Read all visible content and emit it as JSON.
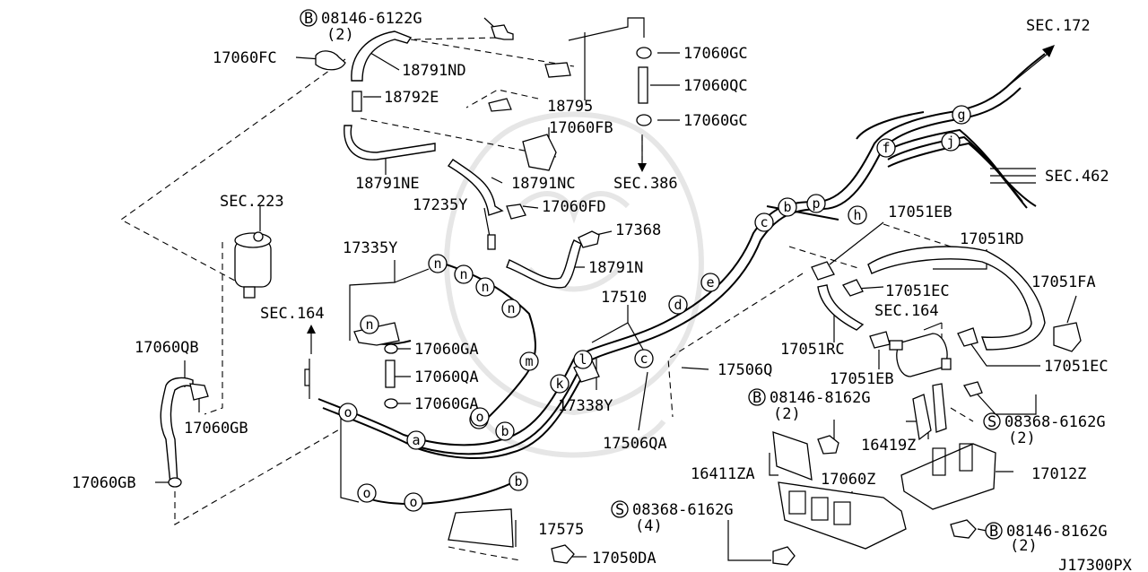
{
  "parts": [
    {
      "id": "p01",
      "text": "08146-6122G",
      "prefix": "B",
      "qty": "(2)"
    },
    {
      "id": "p02",
      "text": "17060FC"
    },
    {
      "id": "p03",
      "text": "18791ND"
    },
    {
      "id": "p04",
      "text": "18792E"
    },
    {
      "id": "p05",
      "text": "17060GC"
    },
    {
      "id": "p06",
      "text": "17060QC"
    },
    {
      "id": "p07",
      "text": "18795"
    },
    {
      "id": "p08",
      "text": "17060GC"
    },
    {
      "id": "p09",
      "text": "17060FB"
    },
    {
      "id": "p10",
      "text": "18791NE"
    },
    {
      "id": "p11",
      "text": "18791NC"
    },
    {
      "id": "p12",
      "text": "SEC.386"
    },
    {
      "id": "p13",
      "text": "17235Y"
    },
    {
      "id": "p14",
      "text": "17060FD"
    },
    {
      "id": "p15",
      "text": "SEC.223"
    },
    {
      "id": "p16",
      "text": "17368"
    },
    {
      "id": "p17",
      "text": "17335Y"
    },
    {
      "id": "p18",
      "text": "18791N"
    },
    {
      "id": "p19",
      "text": "17510"
    },
    {
      "id": "p20",
      "text": "SEC.164"
    },
    {
      "id": "p21",
      "text": "17060QB"
    },
    {
      "id": "p22",
      "text": "17060GA"
    },
    {
      "id": "p23",
      "text": "17060QA"
    },
    {
      "id": "p24",
      "text": "17060GA"
    },
    {
      "id": "p25",
      "text": "17060GB"
    },
    {
      "id": "p26",
      "text": "17060GB"
    },
    {
      "id": "p27",
      "text": "17338Y"
    },
    {
      "id": "p28",
      "text": "17506Q"
    },
    {
      "id": "p29",
      "text": "17506QA"
    },
    {
      "id": "p30",
      "text": "SEC.172"
    },
    {
      "id": "p31",
      "text": "SEC.462"
    },
    {
      "id": "p32",
      "text": "17051EB"
    },
    {
      "id": "p33",
      "text": "17051RD"
    },
    {
      "id": "p34",
      "text": "17051EC"
    },
    {
      "id": "p35",
      "text": "17051FA"
    },
    {
      "id": "p36",
      "text": "SEC.164"
    },
    {
      "id": "p37",
      "text": "17051RC"
    },
    {
      "id": "p38",
      "text": "17051EB"
    },
    {
      "id": "p39",
      "text": "17051EC"
    },
    {
      "id": "p40",
      "text": "08146-8162G",
      "prefix": "B",
      "qty": "(2)"
    },
    {
      "id": "p41",
      "text": "08368-6162G",
      "prefix": "S",
      "qty": "(2)"
    },
    {
      "id": "p42",
      "text": "16419Z"
    },
    {
      "id": "p43",
      "text": "16411ZA"
    },
    {
      "id": "p44",
      "text": "17060Z"
    },
    {
      "id": "p45",
      "text": "17012Z"
    },
    {
      "id": "p46",
      "text": "08368-6162G",
      "prefix": "S",
      "qty": "(4)"
    },
    {
      "id": "p47",
      "text": "08146-8162G",
      "prefix": "B",
      "qty": "(2)"
    },
    {
      "id": "p48",
      "text": "17575"
    },
    {
      "id": "p49",
      "text": "17050DA"
    }
  ],
  "markers": [
    "g",
    "f",
    "j",
    "b",
    "p",
    "c",
    "h",
    "e",
    "d",
    "n",
    "n",
    "n",
    "n",
    "n",
    "m",
    "l",
    "c",
    "k",
    "b",
    "o",
    "a",
    "b",
    "b",
    "o",
    "o",
    "o"
  ],
  "diagram_code": "J17300PX"
}
